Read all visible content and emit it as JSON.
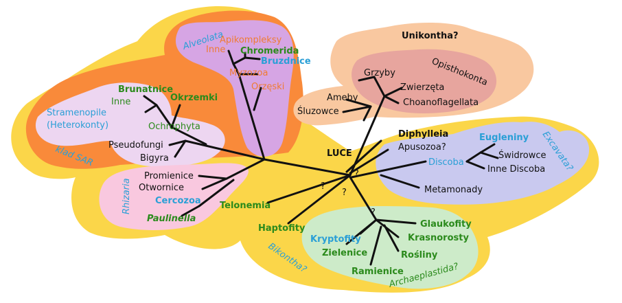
{
  "colors": {
    "bikonta_yellow": "#fbd649",
    "sar_orange": "#f98a3a",
    "alveolata_purple": "#d6a5e4",
    "stramenopile_lilac": "#edd6f1",
    "rhizaria_pink": "#f9c8df",
    "unikontha_peach": "#f9c8a0",
    "opisthokonta_rose": "#e7a59e",
    "excavata_lavender": "#c9c9ef",
    "archaeplastida_green": "#cdebc9",
    "text_black": "#111111",
    "text_green": "#2b8a1c",
    "text_blue": "#2a9fd6",
    "text_orange": "#ef7b33"
  },
  "root": {
    "label": "LUCE"
  },
  "unknown_marker": "?",
  "groups": {
    "unikontha": "Unikontha?",
    "opisthokonta": "Opisthokonta",
    "alveolata": "Alveolata",
    "stramenopile_line1": "Stramenopile",
    "stramenopile_line2": "(Heterokonty)",
    "klad_sar": "klad SAR",
    "rhizaria": "Rhizaria",
    "excavata": "Excavata?",
    "bikontha": "Bikontha?",
    "archaeplastida": "Archaeplastida?"
  },
  "taxa": {
    "apikompleksy": "Apikompleksy",
    "inne_alv": "Inne",
    "chromerida": "Chromerida",
    "bruzdnice": "Bruzdnice",
    "myzozoa": "Myzozoa",
    "orzeski": "Orzęski",
    "brunatnice": "Brunatnice",
    "okrzemki": "Okrzemki",
    "inne_str": "Inne",
    "ochrophyta": "Ochrophyta",
    "pseudofungi": "Pseudofungi",
    "bigyra": "Bigyra",
    "promienice": "Promienice",
    "otwornice": "Otwornice",
    "cercozoa": "Cercozoa",
    "paulinella": "Paulinella",
    "telonemia": "Telonemia",
    "haptofity": "Haptofity",
    "grzyby": "Grzyby",
    "zwierzeta": "Zwierzęta",
    "choanoflagellata": "Choanoflagellata",
    "ameby": "Ameby",
    "sluzowce": "Śluzowce",
    "diphylleia": "Diphylleia",
    "apusozoa": "Apusozoa?",
    "eugleniny": "Eugleniny",
    "swidrowce": "Świdrowce",
    "discoba": "Discoba",
    "inne_discoba": "Inne Discoba",
    "metamonady": "Metamonady",
    "glaukofity": "Glaukofity",
    "kryptofity": "Kryptofity",
    "krasnorosty": "Krasnorosty",
    "zielenice": "Zielenice",
    "rosliny": "Rośliny",
    "ramienice": "Ramienice"
  }
}
